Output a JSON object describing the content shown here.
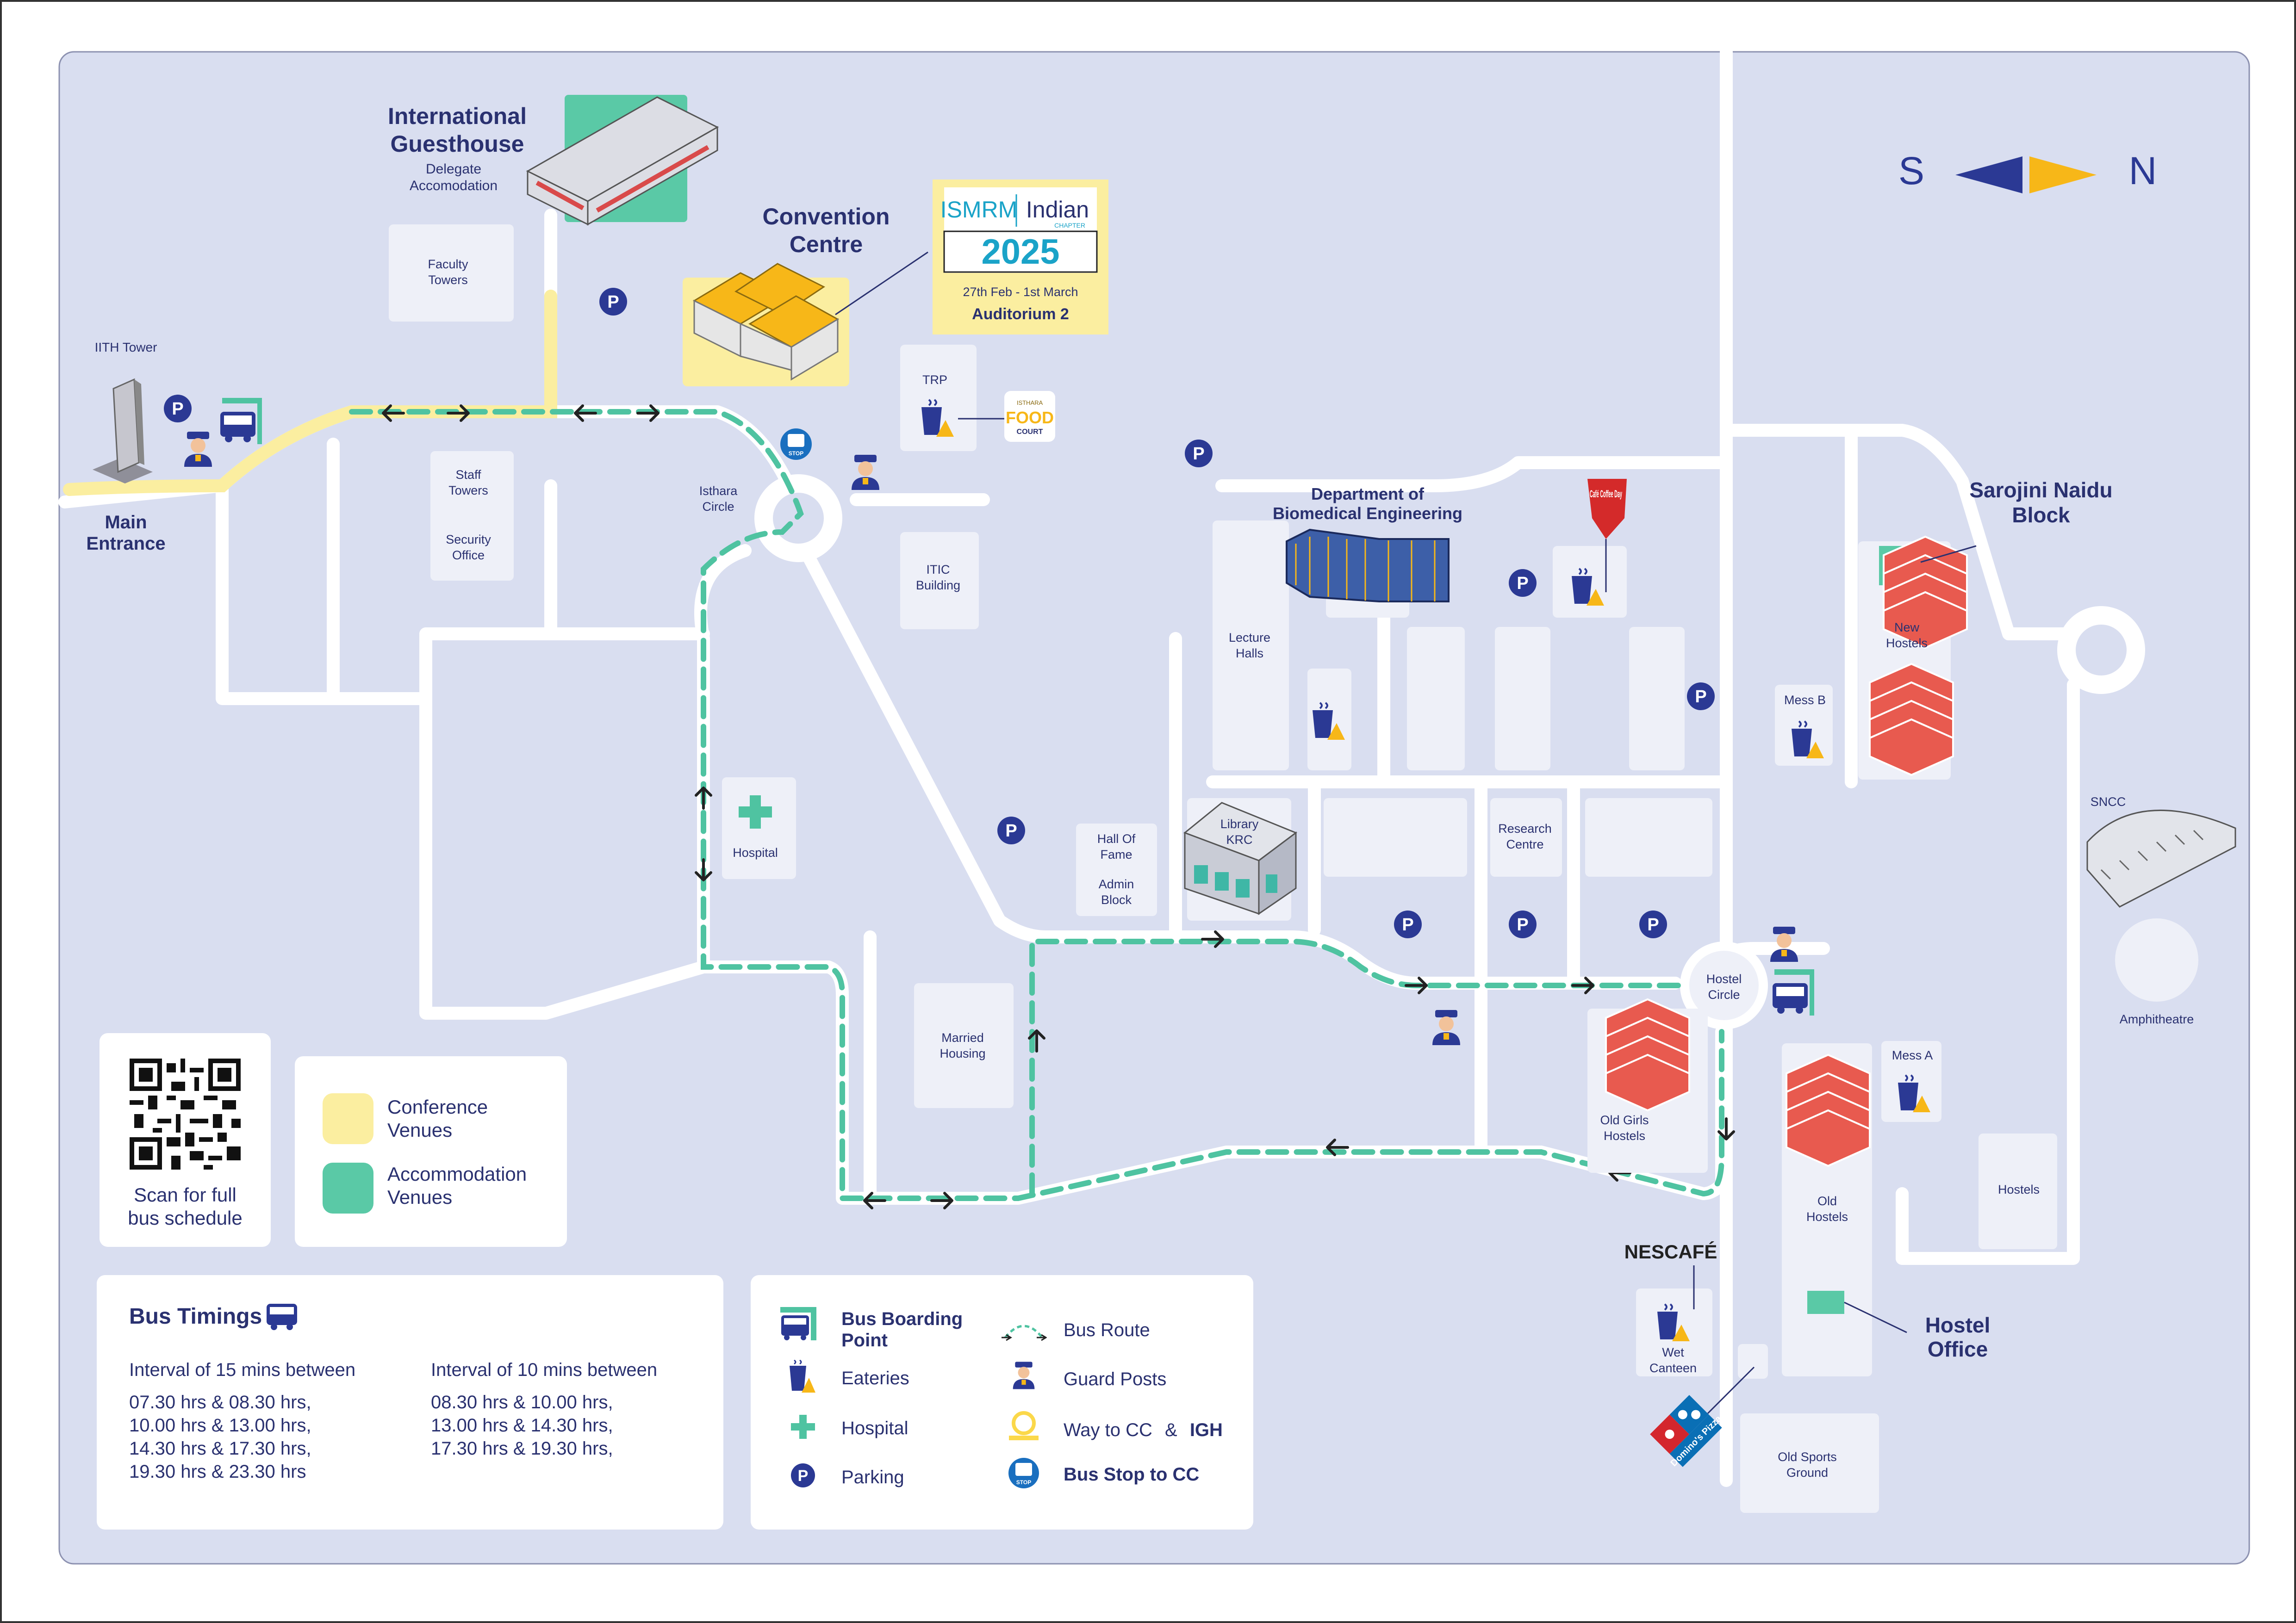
{
  "colors": {
    "background": "#d9def0",
    "frame": "#ffffff",
    "road": "#ffffff",
    "building": "#eef0f8",
    "label": "#2a3170",
    "bus_route": "#4fc3a1",
    "way_to_cc": "#fbeea0",
    "accent_yellow": "#f7b718",
    "accent_navy": "#2b3994",
    "conference_venue": "#fbeea0",
    "accommodation_venue": "#5ac9a6"
  },
  "compass": {
    "south": "S",
    "north": "N"
  },
  "places": {
    "international_guesthouse": "International\nGuesthouse",
    "delegate_accommodation": "Delegate\nAccomodation",
    "faculty_towers": "Faculty\nTowers",
    "convention_centre": "Convention\nCentre",
    "iith_tower": "IITH Tower",
    "main_entrance": "Main\nEntrance",
    "staff_towers": "Staff\nTowers",
    "security_office": "Security\nOffice",
    "isthara_circle": "Isthara\nCircle",
    "trp": "TRP",
    "itic_building": "ITIC\nBuilding",
    "dept_bme": "Department of\nBiomedical Engineering",
    "lecture_halls": "Lecture\nHalls",
    "hospital": "Hospital",
    "hall_of_fame": "Hall Of\nFame",
    "admin_block": "Admin\nBlock",
    "library_krc": "Library\nKRC",
    "research_centre": "Research\nCentre",
    "married_housing": "Married\nHousing",
    "old_girls_hostels": "Old Girls\nHostels",
    "hostel_circle": "Hostel\nCircle",
    "sarojini_naidu_block": "Sarojini Naidu\nBlock",
    "new_hostels": "New\nHostels",
    "mess_b": "Mess B",
    "mess_a": "Mess A",
    "sncc": "SNCC",
    "amphitheatre": "Amphitheatre",
    "hostels": "Hostels",
    "old_hostels": "Old\nHostels",
    "hostel_office": "Hostel\nOffice",
    "wet_canteen": "Wet\nCanteen",
    "old_sports_ground": "Old Sports\nGround"
  },
  "event_card": {
    "brand_left": "ISMRM",
    "brand_right": "Indian",
    "chapter": "CHAPTER",
    "year": "2025",
    "dates": "27th Feb - 1st March",
    "venue": "Auditorium 2"
  },
  "brands": {
    "food_court_top": "ISTHARA",
    "food_court_main": "FOOD",
    "food_court_sub": "COURT",
    "cafe_coffee_day": "Café Coffee Day",
    "nescafe": "NESCAFÉ",
    "dominos": "Domino's Pizza"
  },
  "markers": {
    "parking": "P",
    "bus_stop": "STOP"
  },
  "qr": {
    "caption": "Scan for full\nbus schedule"
  },
  "venue_legend": {
    "conference": "Conference\nVenues",
    "accommodation": "Accommodation\nVenues"
  },
  "bus_timings": {
    "title": "Bus Timings",
    "col1_heading": "Interval of 15 mins between",
    "col1_times": "07.30 hrs & 08.30 hrs,\n10.00 hrs & 13.00 hrs,\n14.30 hrs & 17.30 hrs,\n19.30 hrs & 23.30 hrs",
    "col2_heading": "Interval of 10 mins between",
    "col2_times": "08.30 hrs & 10.00 hrs,\n13.00 hrs & 14.30 hrs,\n17.30 hrs & 19.30 hrs,"
  },
  "map_key": {
    "bus_boarding_point": "Bus Boarding\nPoint",
    "eateries": "Eateries",
    "hospital": "Hospital",
    "parking": "Parking",
    "bus_route": "Bus Route",
    "guard_posts": "Guard Posts",
    "way_to_cc": "Way to CC",
    "way_to_cc_amp": "&",
    "way_to_cc_igh": "IGH",
    "bus_stop_to_cc": "Bus Stop to CC"
  }
}
